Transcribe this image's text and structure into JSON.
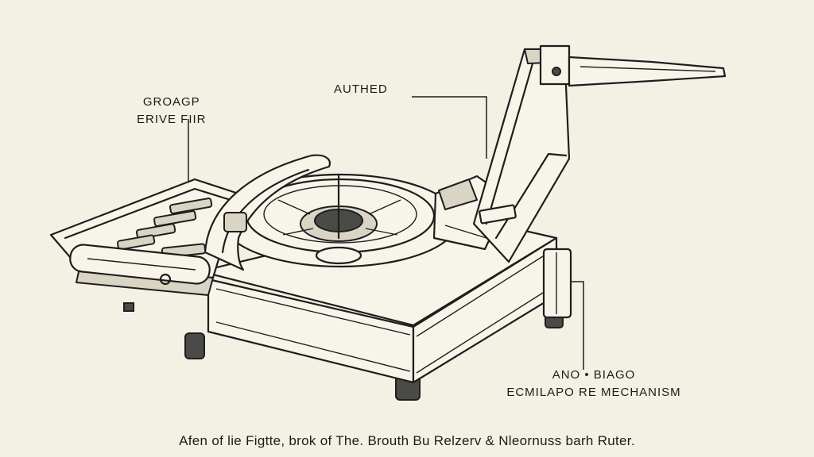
{
  "labels": {
    "top_left": {
      "line1": "GROAGP",
      "line2": "ERIVE FIIR"
    },
    "top_center": "AUTHED",
    "bottom_right": {
      "line1": "ANO • BIAGO",
      "line2": "ECMILAPO RE MECHANISM"
    }
  },
  "caption": "Afen of lie Figtte, brok of The. Brouth Bu Relzerv & Nleornuss barh Ruter."
}
